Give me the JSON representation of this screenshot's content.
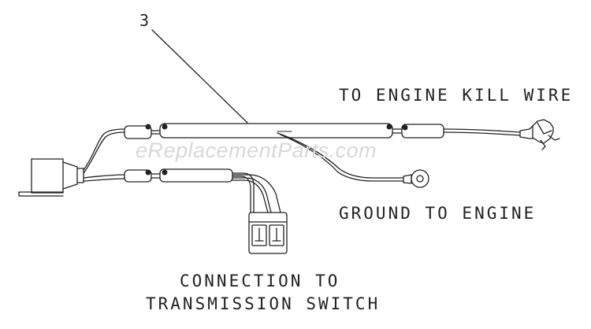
{
  "callout": {
    "number": "3"
  },
  "labels": {
    "engine_kill": "TO ENGINE KILL WIRE",
    "ground": "GROUND TO ENGINE",
    "transmission_line1": "CONNECTION TO",
    "transmission_line2": "TRANSMISSION SWITCH"
  },
  "watermark": "eReplacementParts.com",
  "colors": {
    "line": "#222222",
    "watermark": "#d9d9d9",
    "background": "#ffffff"
  }
}
